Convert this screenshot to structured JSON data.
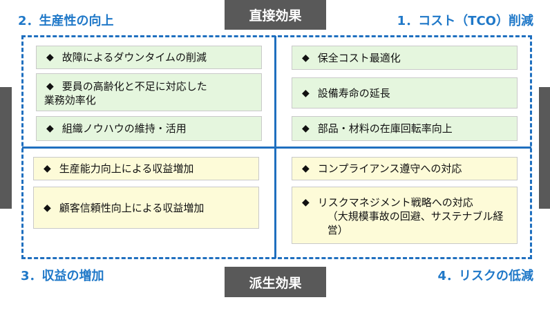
{
  "tabs": {
    "direct": "直接効果",
    "derived": "派生効果",
    "left_side": "",
    "right_side": ""
  },
  "headings": {
    "q1": "1．コスト（TCO）削減",
    "q2": "2．生産性の向上",
    "q3": "3．収益の増加",
    "q4": "4．リスクの低減"
  },
  "bullet_symbol": "◆",
  "quadrants": {
    "q2": {
      "items": [
        "故障によるダウンタイムの削減",
        "要員の高齢化と不足に対応した業務効率化",
        "組織ノウハウの維持・活用"
      ],
      "item2_lines": [
        "要員の高齢化と不足に対応した",
        "業務効率化"
      ]
    },
    "q1": {
      "items": [
        "保全コスト最適化",
        "設備寿命の延長",
        "部品・材料の在庫回転率向上"
      ]
    },
    "q3": {
      "items": [
        "生産能力向上による収益増加",
        "顧客信頼性向上による収益増加"
      ]
    },
    "q4": {
      "items": [
        "コンプライアンス遵守への対応",
        "リスクマネジメント戦略への対応"
      ],
      "item2_sub": "（大規模事故の回避、サステナブル経営）"
    }
  },
  "colors": {
    "accent_blue": "#1f78c8",
    "frame_blue": "#1f6fbf",
    "tab_gray": "#595959",
    "box_green": "#e5f6de",
    "box_yellow": "#fdfbd8"
  }
}
